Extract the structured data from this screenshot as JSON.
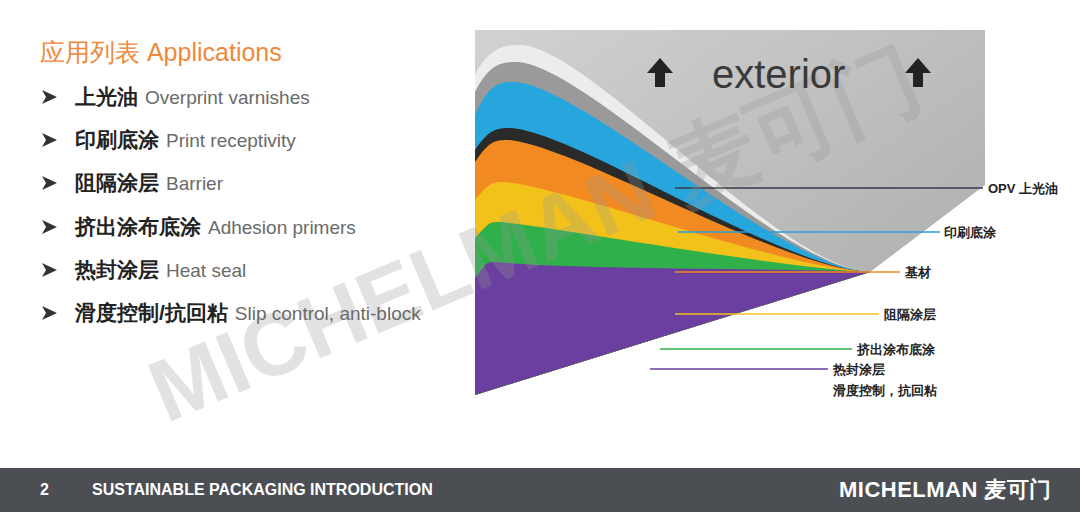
{
  "diagram": {
    "title": "应用列表 Applications",
    "nodes": [
      {
        "text": [
          "2",
          "SUSTAINABLE PACKAGING INTRODUCTION",
          "MICHELMAN 麦可门"
        ]
      }
    ],
    "labels": [
      "上光油",
      "Overprint varnishes",
      "印刷底涂",
      "Print receptivity",
      "阻隔涂层",
      "Barrier",
      "挤出涂布底涂",
      "Adhesion primers",
      "热封涂层",
      "Heat seal",
      "滑度控制/抗回粘",
      "Slip control, anti-block",
      "exterior",
      "OPV 上光油",
      "印刷底涂",
      "基材",
      "阻隔涂层",
      "挤出涂布底涂",
      "热封涂层",
      "滑度控制，抗回粘",
      "MICHELMAN 麦可门"
    ]
  }
}
